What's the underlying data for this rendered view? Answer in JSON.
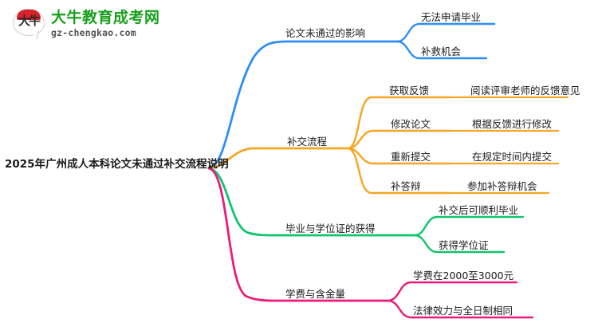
{
  "logo": {
    "mark_text": "大牛",
    "title": "大牛教育成考网",
    "subtitle": "gz-chengkao.com",
    "brand_green": "#17a01c",
    "brand_red": "#d6232a"
  },
  "mindmap": {
    "root": {
      "label": "2025年广州成人本科论文未通过补交流程说明"
    },
    "colors": {
      "blue": "#2f8ef4",
      "orange": "#f5a623",
      "green": "#10c46c",
      "pink": "#ec1a78"
    },
    "branches": [
      {
        "label": "论文未通过的影响",
        "color": "blue",
        "children": [
          {
            "label": "无法申请毕业",
            "children": []
          },
          {
            "label": "补救机会",
            "children": []
          }
        ]
      },
      {
        "label": "补交流程",
        "color": "orange",
        "children": [
          {
            "label": "获取反馈",
            "children": [
              {
                "label": "阅读评审老师的反馈意见"
              }
            ]
          },
          {
            "label": "修改论文",
            "children": [
              {
                "label": "根据反馈进行修改"
              }
            ]
          },
          {
            "label": "重新提交",
            "children": [
              {
                "label": "在规定时间内提交"
              }
            ]
          },
          {
            "label": "补答辩",
            "children": [
              {
                "label": "参加补答辩机会"
              }
            ]
          }
        ]
      },
      {
        "label": "毕业与学位证的获得",
        "color": "green",
        "children": [
          {
            "label": "补交后可顺利毕业",
            "children": []
          },
          {
            "label": "获得学位证",
            "children": []
          }
        ]
      },
      {
        "label": "学费与含金量",
        "color": "pink",
        "children": [
          {
            "label": "学费在2000至3000元",
            "children": []
          },
          {
            "label": "法律效力与全日制相同",
            "children": []
          }
        ]
      }
    ]
  }
}
